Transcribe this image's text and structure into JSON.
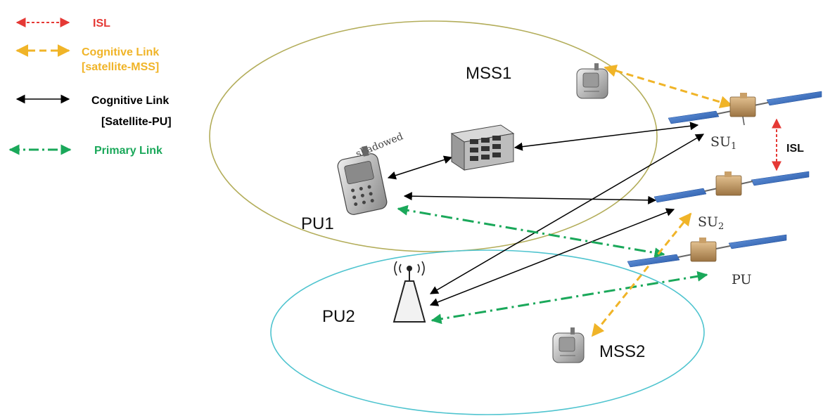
{
  "legend": {
    "isl": "ISL",
    "cognitive_mss_line1": "Cognitive Link",
    "cognitive_mss_line2": "[satellite-MSS]",
    "cognitive_pu_line1": "Cognitive Link",
    "cognitive_pu_line2": "[Satellite-PU]",
    "primary": "Primary Link"
  },
  "nodes": {
    "mss1": "MSS1",
    "mss2": "MSS2",
    "pu1": "PU1",
    "pu2": "PU2",
    "shadowed": "shadowed"
  },
  "satellites": {
    "su1": "SU",
    "su1_sub": "1",
    "su2": "SU",
    "su2_sub": "2",
    "pu": "PU"
  },
  "isl_label": "ISL",
  "colors": {
    "isl": "#e53935",
    "cognitive_mss": "#f0b428",
    "cognitive_pu": "#000000",
    "primary": "#1aa85a",
    "circle_pu1": "#b3ad5a",
    "circle_pu2": "#4fc4cf",
    "solar_panel": "#3a6fc4",
    "satellite_body": "#c9a069"
  },
  "icons": [
    "satellite-icon",
    "handset-icon",
    "server-icon",
    "antenna-tower-icon"
  ]
}
